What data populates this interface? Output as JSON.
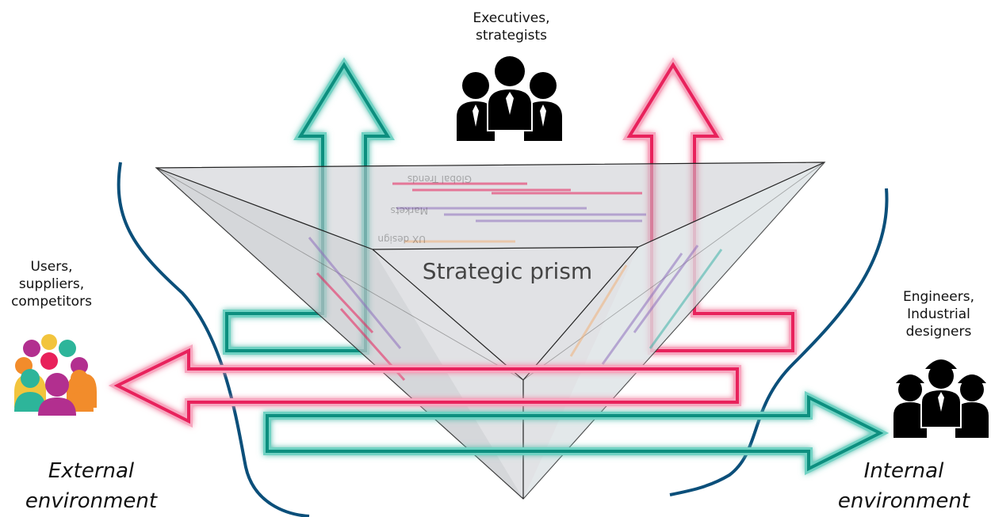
{
  "labels": {
    "executives": [
      "Executives,",
      "strategists"
    ],
    "users": [
      "Users,",
      "suppliers,",
      "competitors"
    ],
    "engineers": [
      "Engineers,",
      "Industrial",
      "designers"
    ]
  },
  "environments": {
    "external": [
      "External",
      "environment"
    ],
    "internal": [
      "Internal",
      "environment"
    ]
  },
  "prism": {
    "title": "Strategic prism",
    "mirrored_rows": [
      "Global Trends",
      "Markets",
      "UX design"
    ]
  },
  "colors": {
    "teal": "#0f8f7f",
    "pink": "#e8215b",
    "curve": "#0b4f7a",
    "prism": "#b9bcc1"
  },
  "icons": [
    "executives-group-icon",
    "users-crowd-icon",
    "engineers-group-icon"
  ]
}
